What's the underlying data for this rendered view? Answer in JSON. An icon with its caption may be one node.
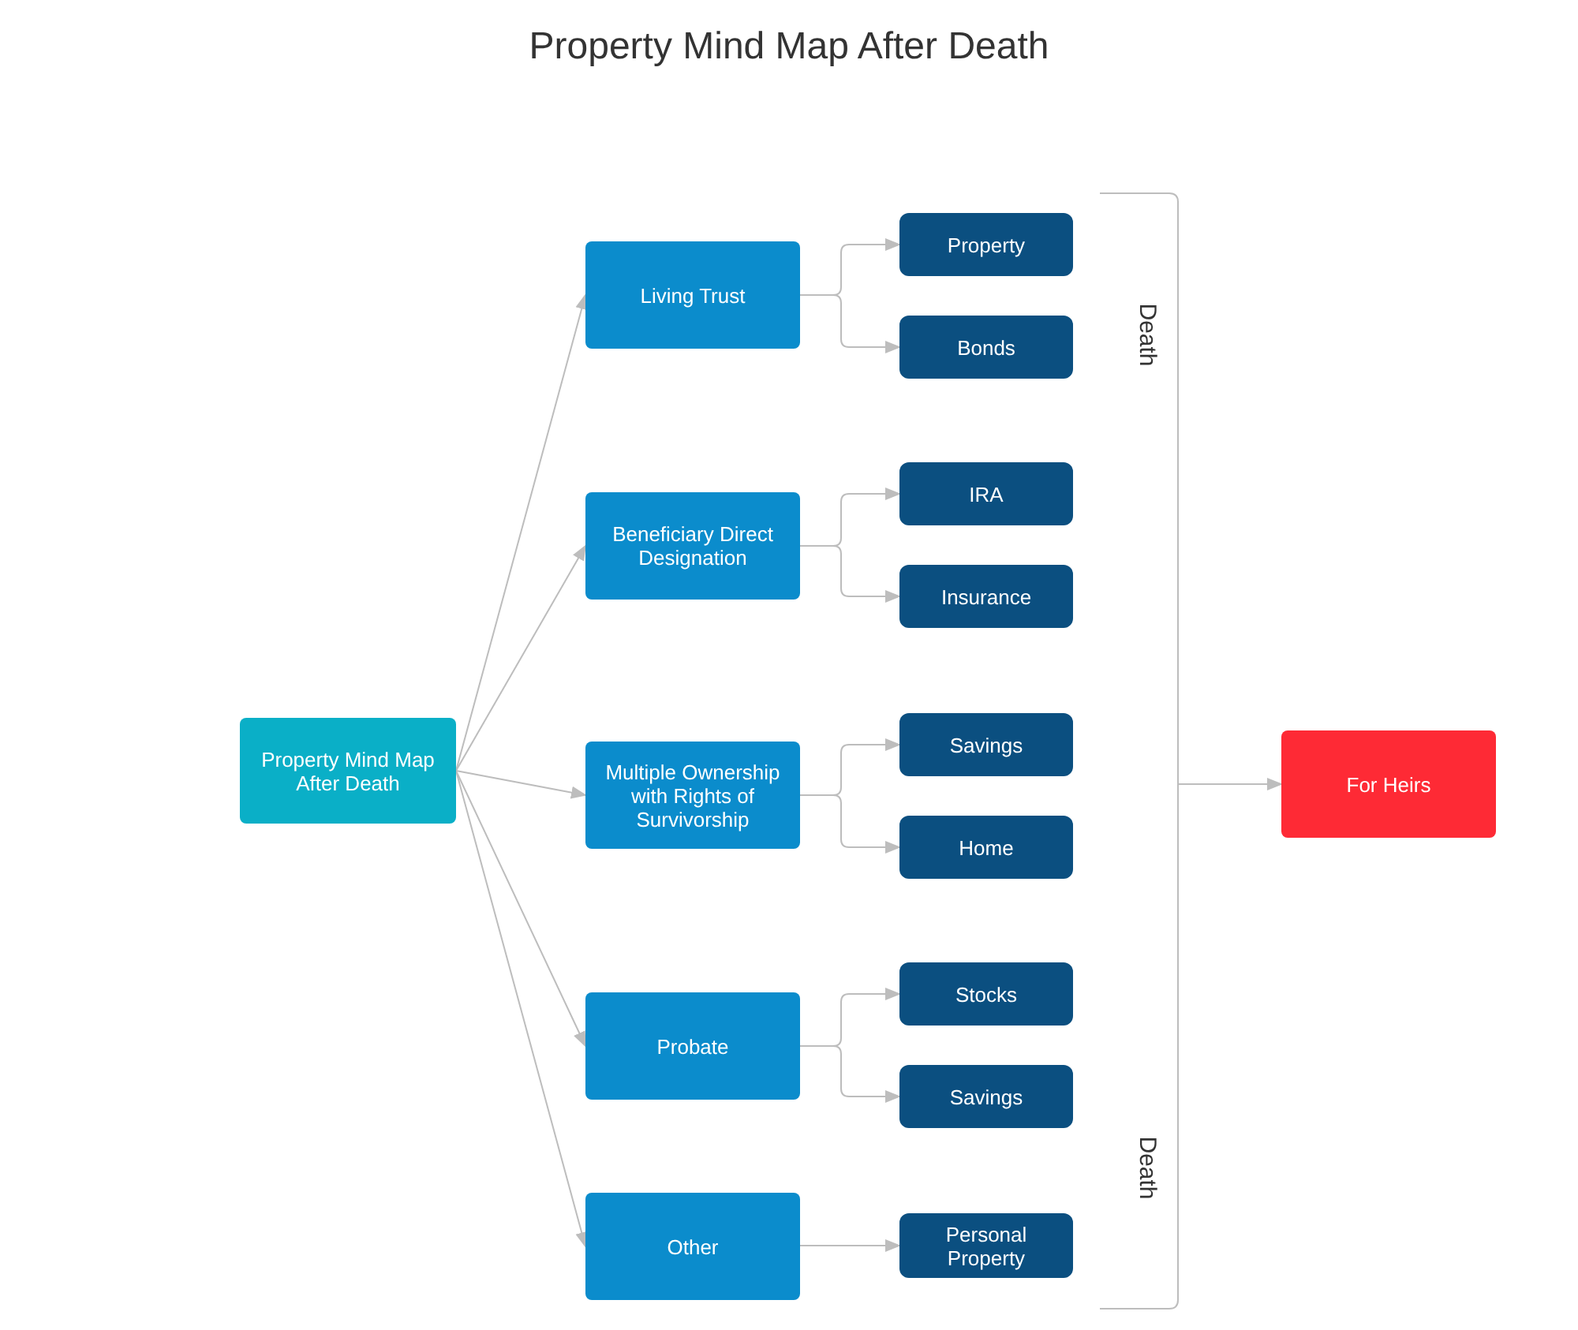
{
  "diagram": {
    "title": "Property Mind Map After Death",
    "nodes": [
      {
        "text": [
          "Property Mind Map After Death"
        ]
      },
      {
        "text": [
          "Living Trust"
        ]
      },
      {
        "text": [
          "Property"
        ]
      },
      {
        "text": [
          "Bonds"
        ]
      },
      {
        "text": [
          "Beneficiary Direct Designation"
        ]
      },
      {
        "text": [
          "IRA"
        ]
      },
      {
        "text": [
          "Insurance"
        ]
      },
      {
        "text": [
          "Multiple Ownership with Rights of Survivorship"
        ]
      },
      {
        "text": [
          "Savings"
        ]
      },
      {
        "text": [
          "Home"
        ]
      },
      {
        "text": [
          "Probate"
        ]
      },
      {
        "text": [
          "Stocks"
        ]
      },
      {
        "text": [
          "Savings"
        ]
      },
      {
        "text": [
          "Other"
        ]
      },
      {
        "text": [
          "Personal Property"
        ]
      },
      {
        "text": [
          "Death",
          "Death"
        ]
      },
      {
        "text": [
          "For Heirs"
        ]
      }
    ],
    "edges": [
      {
        "from": 0,
        "to": 1,
        "arrow": "to"
      },
      {
        "from": 0,
        "to": 4,
        "arrow": "to"
      },
      {
        "from": 0,
        "to": 7,
        "arrow": "to"
      },
      {
        "from": 0,
        "to": 10,
        "arrow": "to"
      },
      {
        "from": 0,
        "to": 13,
        "arrow": "to"
      },
      {
        "from": 1,
        "to": 2,
        "arrow": "to"
      },
      {
        "from": 1,
        "to": 3,
        "arrow": "to"
      },
      {
        "from": 4,
        "to": 5,
        "arrow": "to"
      },
      {
        "from": 4,
        "to": 6,
        "arrow": "to"
      },
      {
        "from": 7,
        "to": 8,
        "arrow": "to"
      },
      {
        "from": 7,
        "to": 9,
        "arrow": "to"
      },
      {
        "from": 10,
        "to": 11,
        "arrow": "to"
      },
      {
        "from": 10,
        "to": 12,
        "arrow": "to"
      },
      {
        "from": 13,
        "to": 14,
        "arrow": "to"
      },
      {
        "from": 15,
        "to": 16,
        "arrow": "to"
      }
    ]
  }
}
